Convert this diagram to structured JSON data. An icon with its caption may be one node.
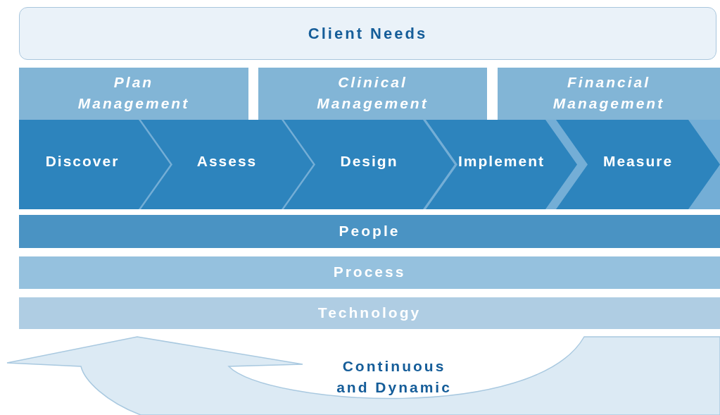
{
  "diagram": {
    "nodes": [
      {
        "text": [
          "Client Needs"
        ]
      },
      {
        "text": [
          "Plan Management"
        ]
      },
      {
        "text": [
          "Clinical Management"
        ]
      },
      {
        "text": [
          "Financial Management"
        ]
      },
      {
        "text": [
          "Discover"
        ]
      },
      {
        "text": [
          "Assess"
        ]
      },
      {
        "text": [
          "Design"
        ]
      },
      {
        "text": [
          "Implement"
        ]
      },
      {
        "text": [
          "Measure"
        ]
      },
      {
        "text": [
          "People"
        ]
      },
      {
        "text": [
          "Process"
        ]
      },
      {
        "text": [
          "Technology"
        ]
      }
    ],
    "labels": [
      "Continuous and Dynamic"
    ]
  }
}
